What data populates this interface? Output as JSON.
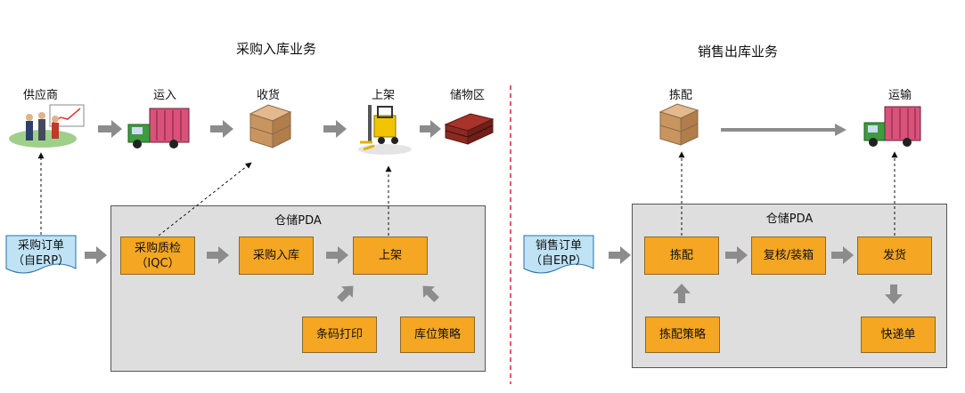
{
  "purchase": {
    "title": "采购入库业务",
    "stages": {
      "supplier": "供应商",
      "transport_in": "运入",
      "receiving": "收货",
      "putaway": "上架",
      "storage": "储物区"
    },
    "order_doc": {
      "line1": "采购订单",
      "line2": "（自ERP）"
    },
    "pda": {
      "title": "仓储PDA",
      "qc_line1": "采购质检",
      "qc_line2": "（IQC）",
      "inbound": "采购入库",
      "putaway": "上架",
      "barcode_print": "条码打印",
      "location_strategy": "库位策略"
    }
  },
  "sales": {
    "title": "销售出库业务",
    "stages": {
      "picking": "拣配",
      "shipping": "运输"
    },
    "order_doc": {
      "line1": "销售订单",
      "line2": "（自ERP）"
    },
    "pda": {
      "title": "仓储PDA",
      "picking": "拣配",
      "review_pack": "复核/装箱",
      "dispatch": "发货",
      "picking_strategy": "拣配策略",
      "express_slip": "快递单"
    }
  },
  "colors": {
    "box_fill": "#f5a623",
    "doc_fill": "#bfe3f5",
    "pda_bg": "#dedede",
    "arrow_gray": "#8c8c8c",
    "divider_red": "#d9262b"
  }
}
